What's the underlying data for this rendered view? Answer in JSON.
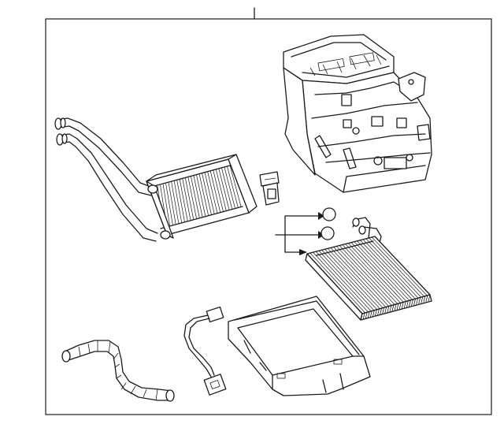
{
  "diagram": {
    "parts": [
      {
        "name": "heater-core"
      },
      {
        "name": "air-intake-housing"
      },
      {
        "name": "blower-switch"
      },
      {
        "name": "evaporator-core"
      },
      {
        "name": "o-ring-upper"
      },
      {
        "name": "o-ring-lower"
      },
      {
        "name": "drain-hose"
      },
      {
        "name": "wire-harness"
      },
      {
        "name": "lower-case"
      }
    ]
  }
}
